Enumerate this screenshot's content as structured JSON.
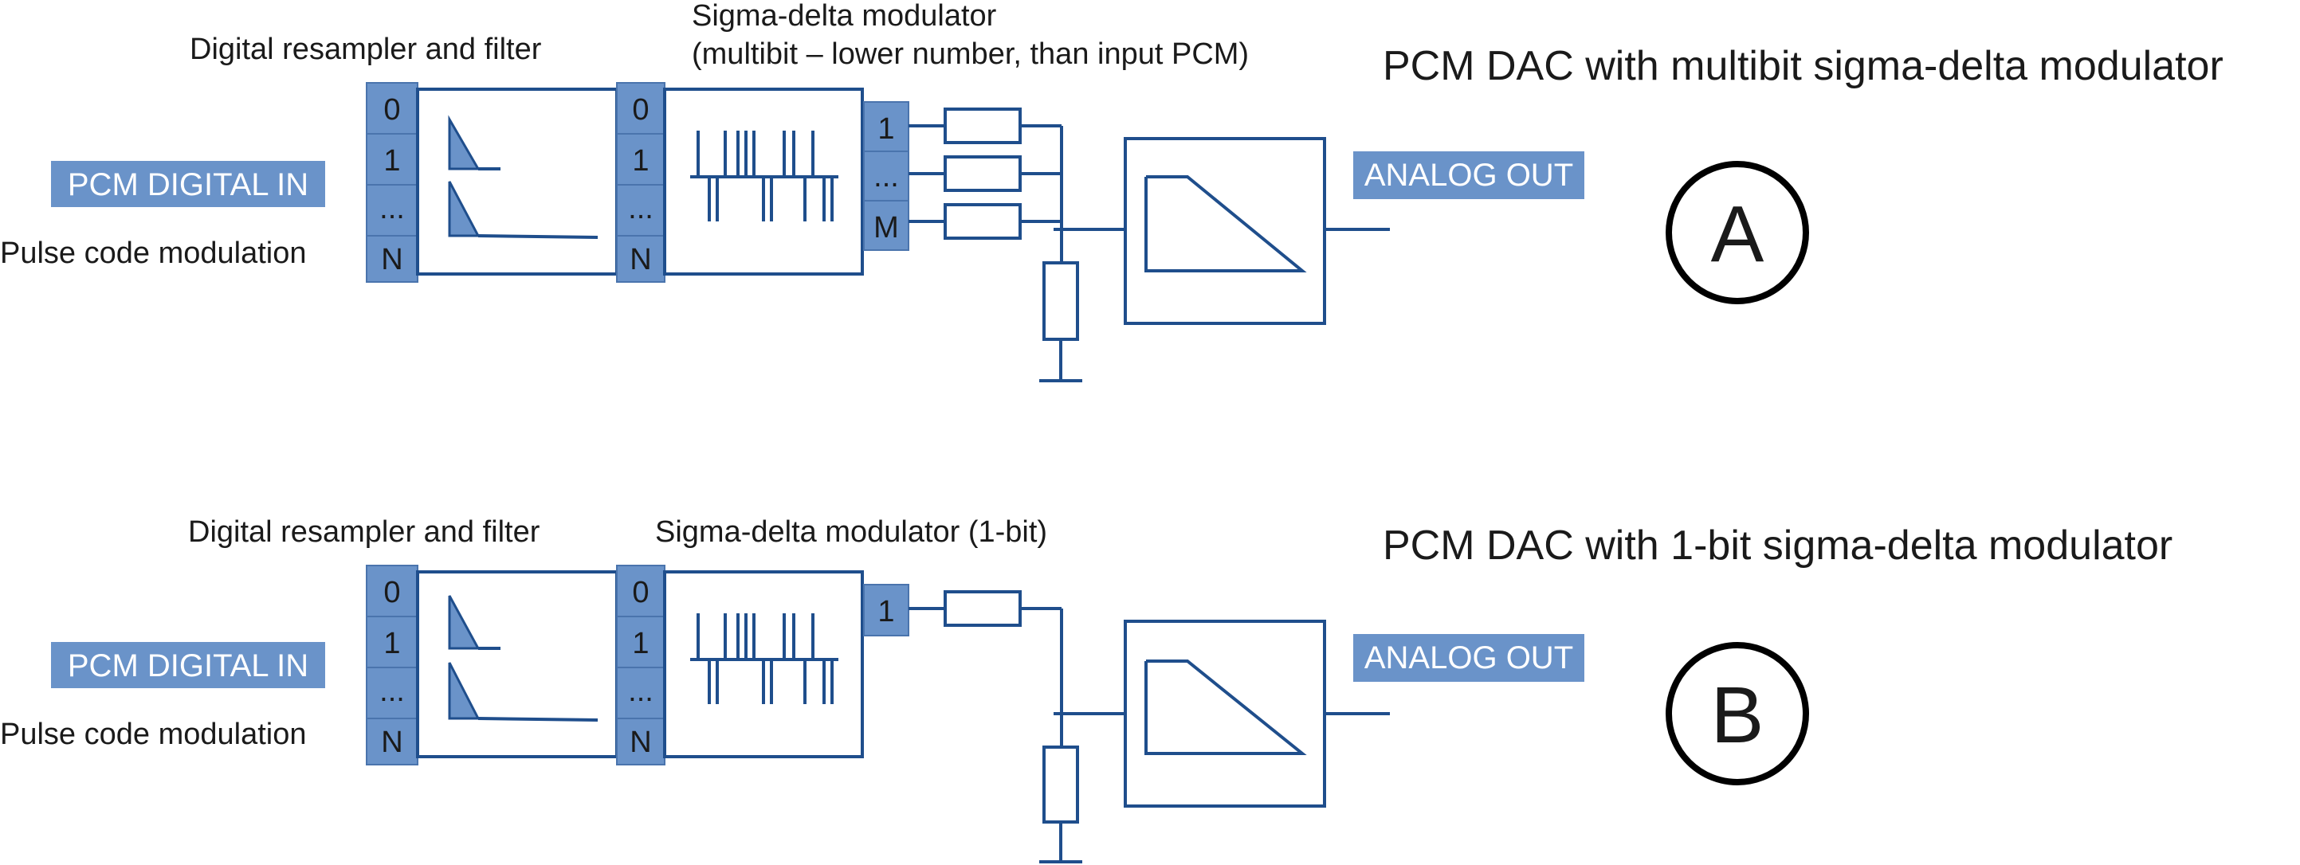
{
  "diagram_a": {
    "title": "PCM DAC with multibit sigma-delta modulator",
    "input_label": "PCM DIGITAL IN",
    "input_caption": "Pulse code modulation",
    "filter_label": "Digital resampler and filter",
    "modulator_label_line1": "Sigma-delta modulator",
    "modulator_label_line2": "(multibit – lower number, than input PCM)",
    "input_bits": [
      "0",
      "1",
      "...",
      "N"
    ],
    "mod_bits": [
      "0",
      "1",
      "...",
      "N"
    ],
    "output_bits": [
      "1",
      "...",
      "M"
    ],
    "output_label": "ANALOG OUT",
    "marker": "A"
  },
  "diagram_b": {
    "title": "PCM DAC with 1-bit sigma-delta modulator",
    "input_label": "PCM DIGITAL IN",
    "input_caption": "Pulse code modulation",
    "filter_label": "Digital resampler and filter",
    "modulator_label": "Sigma-delta modulator (1-bit)",
    "input_bits": [
      "0",
      "1",
      "...",
      "N"
    ],
    "mod_bits": [
      "0",
      "1",
      "...",
      "N"
    ],
    "output_bits": [
      "1"
    ],
    "output_label": "ANALOG OUT",
    "marker": "B"
  },
  "colors": {
    "line": "#1f4e8c",
    "fill": "#6a93c9"
  }
}
